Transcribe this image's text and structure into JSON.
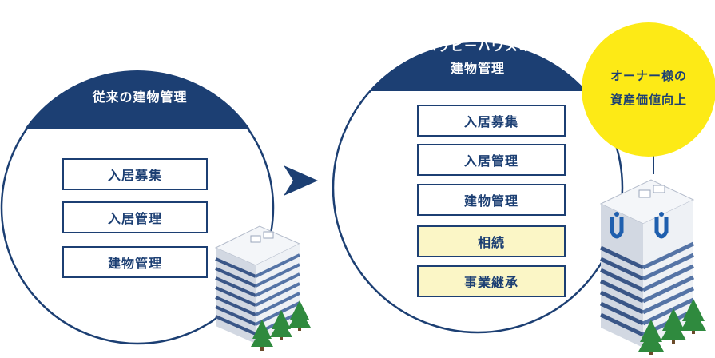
{
  "left": {
    "title": "従来の建物管理",
    "items": [
      "入居募集",
      "入居管理",
      "建物管理"
    ]
  },
  "right": {
    "title_line1": "ハッピーハウスの",
    "title_line2": "建物管理",
    "items": [
      "入居募集",
      "入居管理",
      "建物管理"
    ],
    "highlight_items": [
      "相続",
      "事業継承"
    ]
  },
  "badge": {
    "line1": "オーナー様の",
    "line2": "資産価値向上"
  },
  "colors": {
    "navy": "#1c3f73",
    "yellow": "#fdea16",
    "pale_yellow": "#fbf6c6"
  }
}
